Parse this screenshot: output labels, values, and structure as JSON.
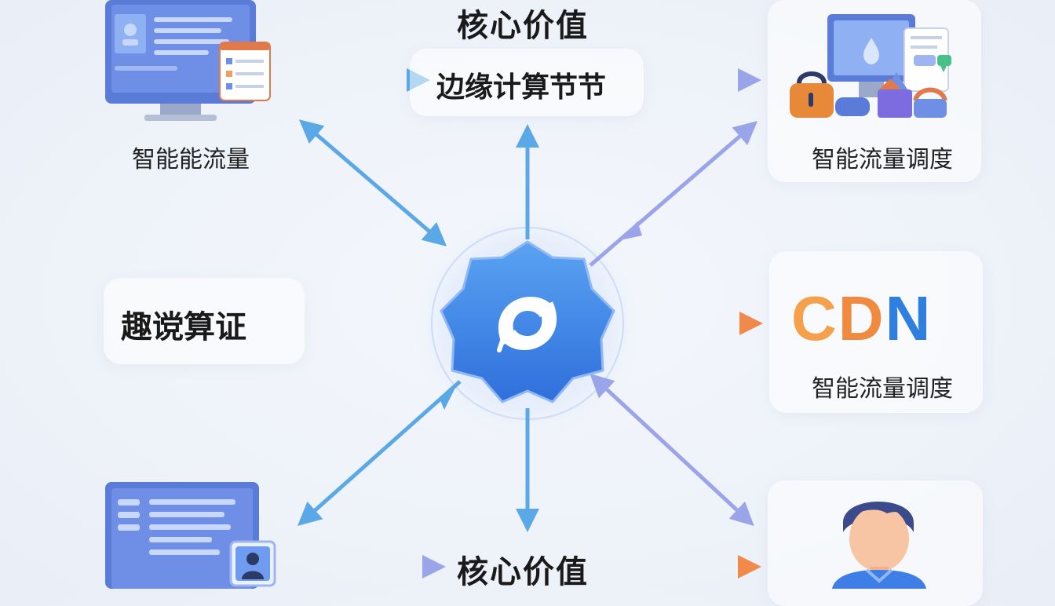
{
  "labels": {
    "top_title": "核心价值",
    "edge_node": "边缘计算节节",
    "left_top_caption": "智能能流量",
    "right_top_caption": "智能流量调度",
    "left_middle": "趣谠算证",
    "cdn_caption": "智能流量调度",
    "bottom_title": "核心价值"
  },
  "cdn_logo": {
    "c": "C",
    "d": "D",
    "n": "N"
  },
  "colors": {
    "blue_arrow": "#5aa9e6",
    "purple_arrow": "#9aa4e8",
    "orange_arrow": "#f08a4a",
    "hub": "#3f86ea"
  }
}
